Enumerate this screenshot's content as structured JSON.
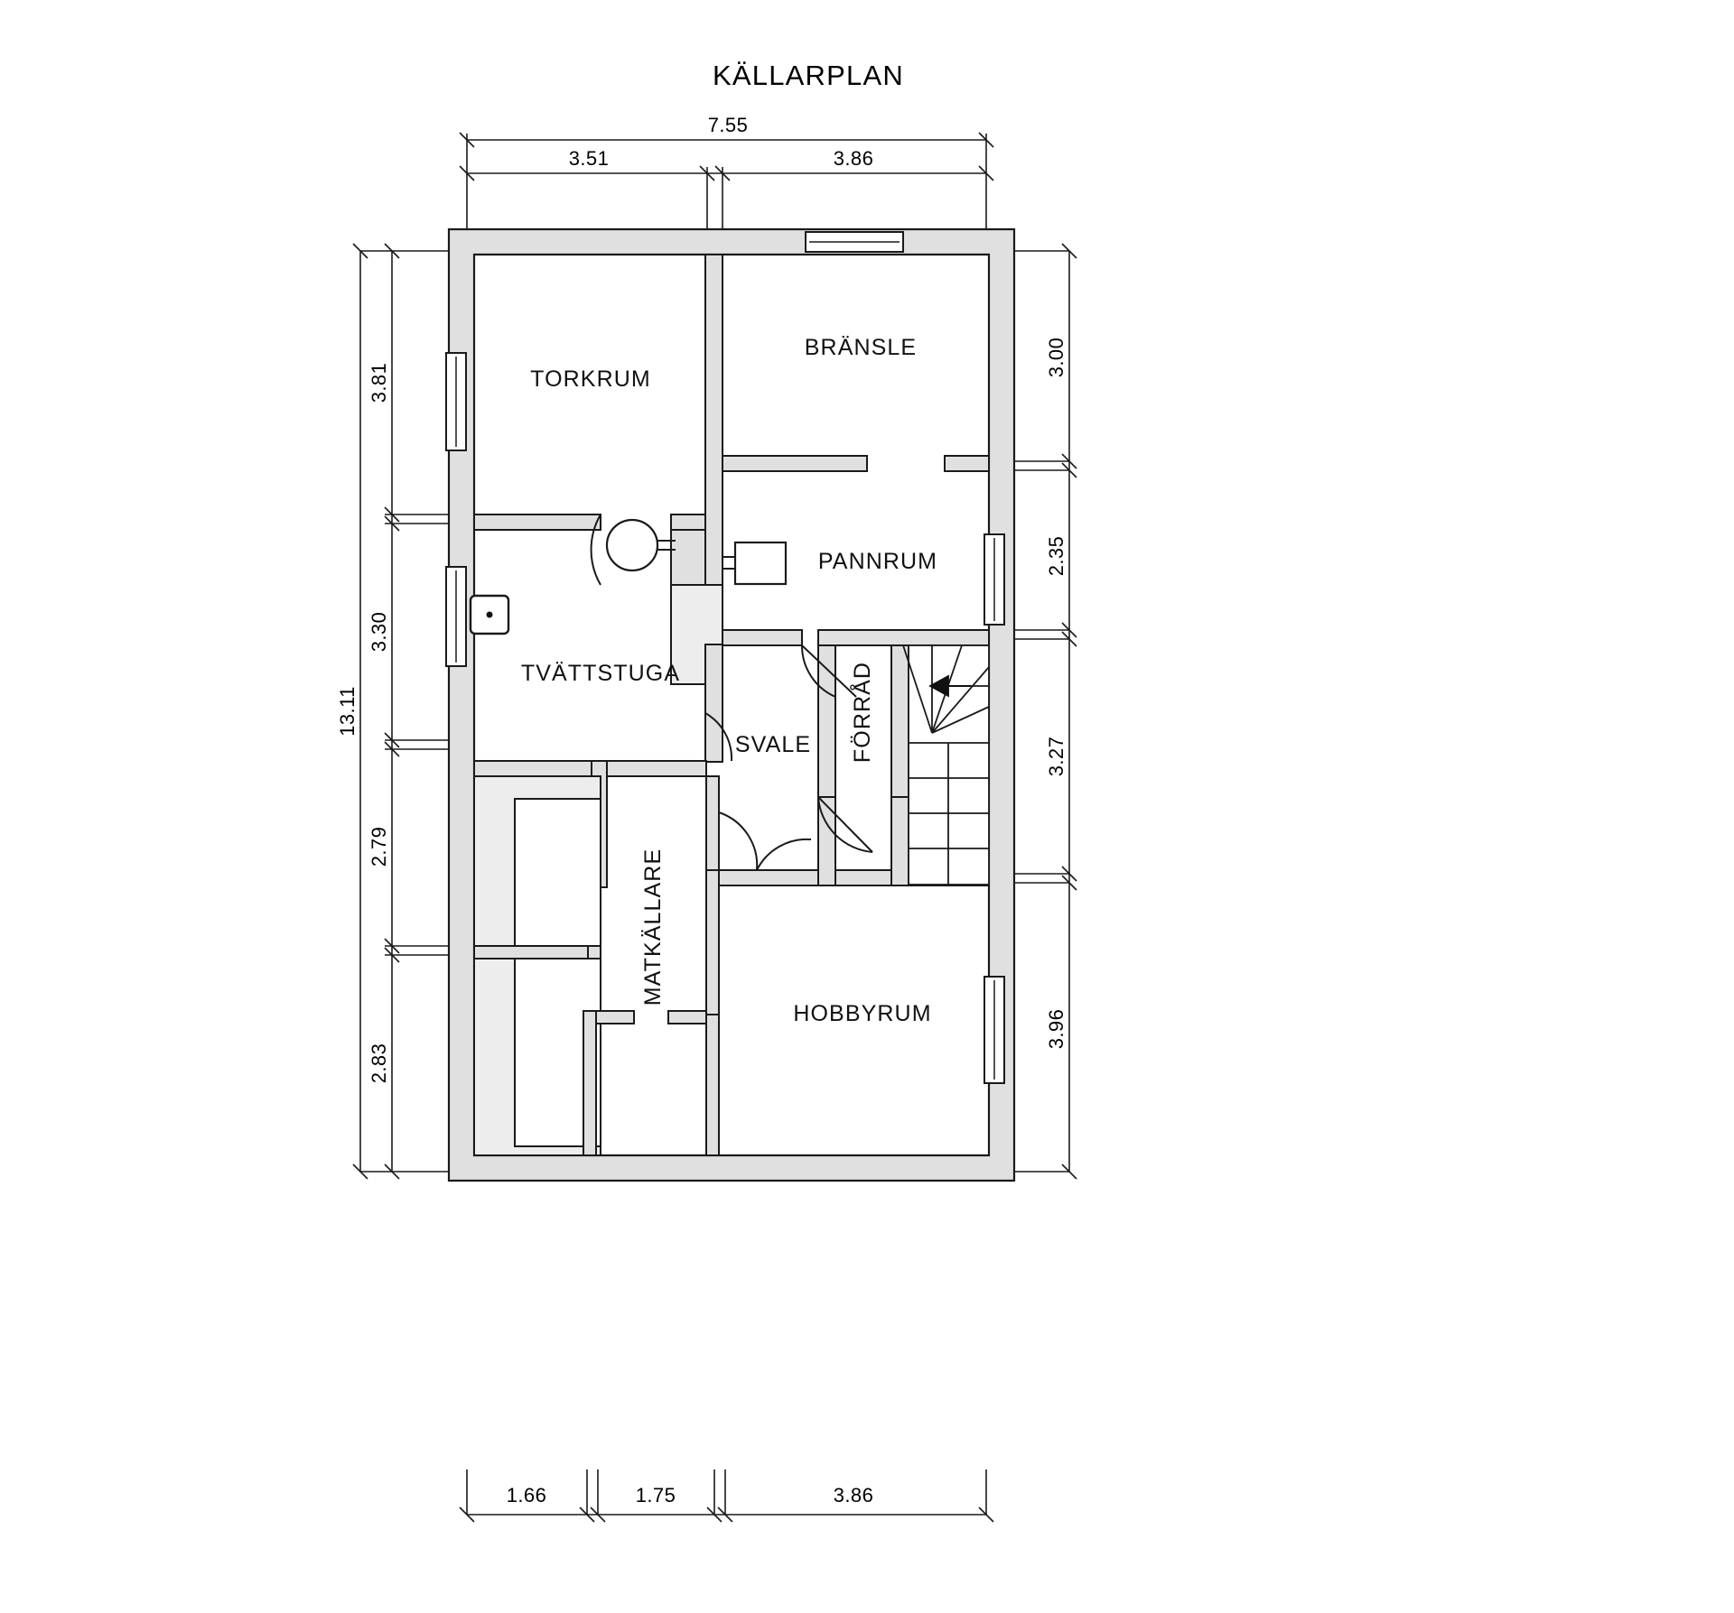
{
  "title": "KÄLLARPLAN",
  "plan": {
    "rooms": [
      {
        "key": "torkrum",
        "label": "TORKRUM"
      },
      {
        "key": "bransle",
        "label": "BRÄNSLE"
      },
      {
        "key": "pannrum",
        "label": "PANNRUM"
      },
      {
        "key": "tvattstuga",
        "label": "TVÄTTSTUGA"
      },
      {
        "key": "svale",
        "label": "SVALE"
      },
      {
        "key": "forrad",
        "label": "FÖRRÅD"
      },
      {
        "key": "matkallare",
        "label": "MATKÄLLARE"
      },
      {
        "key": "hobbyrum",
        "label": "HOBBYRUM"
      }
    ]
  },
  "dimensions": {
    "top_overall": "7.55",
    "top_segments": [
      "3.51",
      "3.86"
    ],
    "left_overall": "13.11",
    "left_segments": [
      "3.81",
      "3.30",
      "2.79",
      "2.83"
    ],
    "right_segments": [
      "3.00",
      "2.35",
      "3.27",
      "3.96"
    ],
    "bottom_segments": [
      "1.66",
      "1.75",
      "3.86"
    ]
  },
  "colors": {
    "wall_fill": "#e0e0e0",
    "room_fill": "#ffffff",
    "fixture_fill": "#ededed",
    "line": "#1a1a1a",
    "text": "#111111"
  }
}
